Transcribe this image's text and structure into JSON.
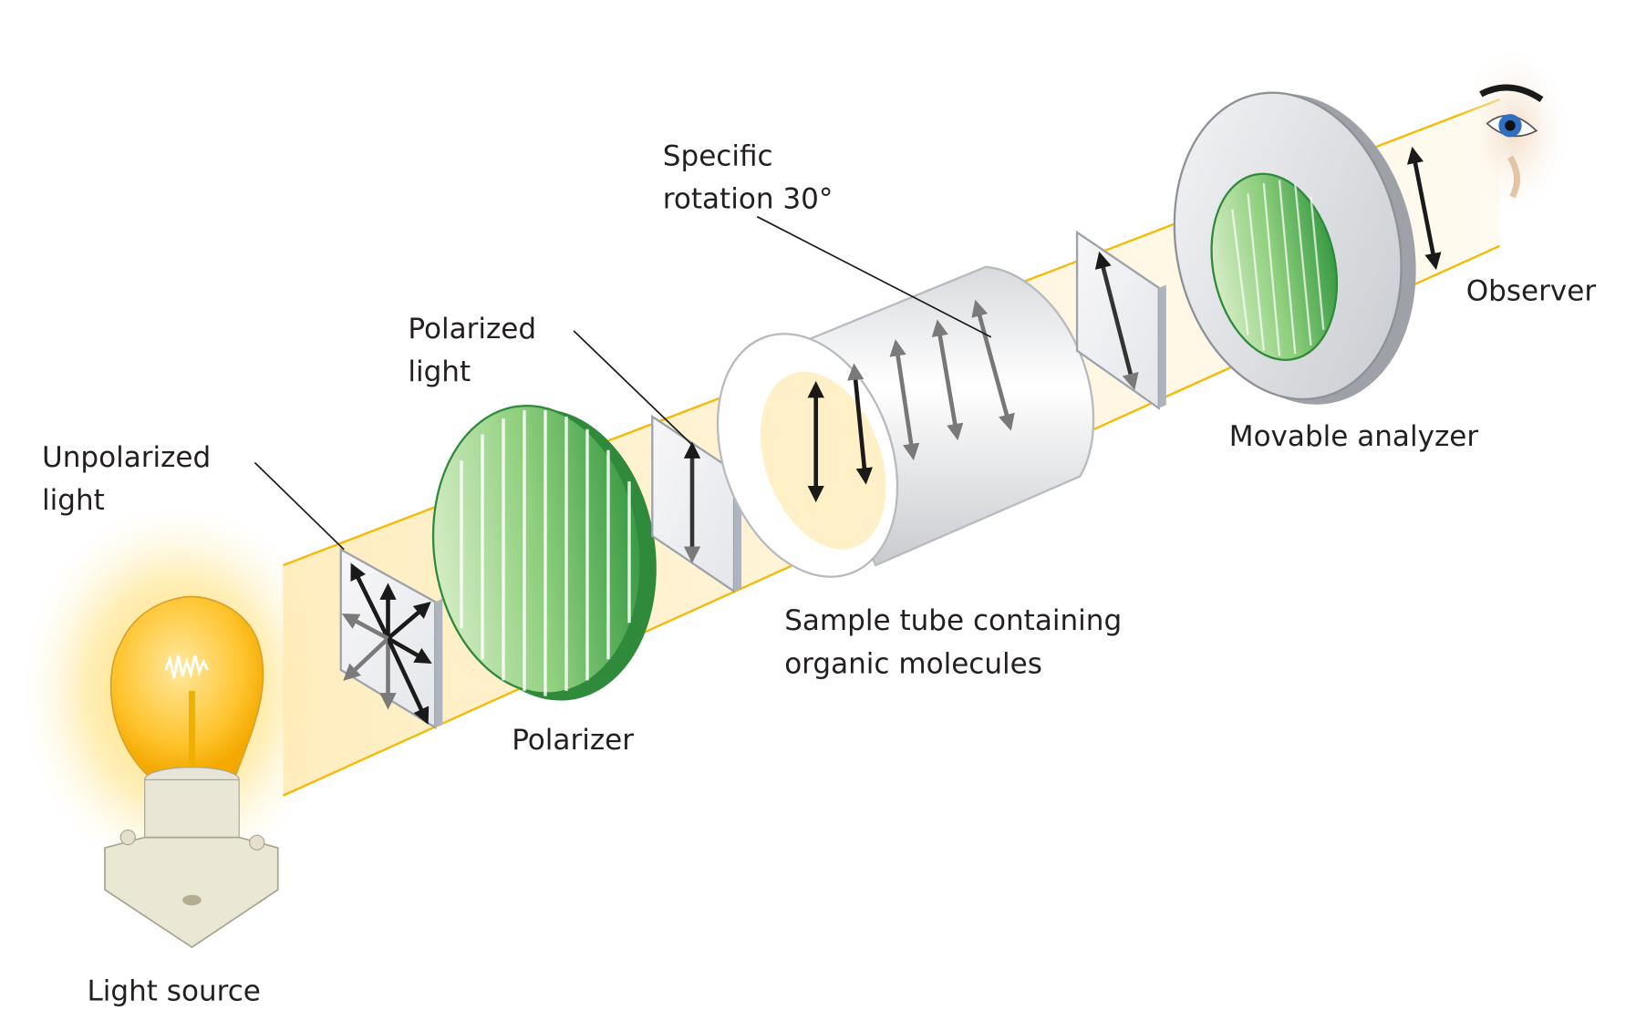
{
  "diagram": {
    "title": "Polarimeter setup",
    "labels": {
      "light_source": "Light source",
      "unpolarized_light": [
        "Unpolarized",
        "light"
      ],
      "polarized_light": [
        "Polarized",
        "light"
      ],
      "polarizer": "Polarizer",
      "specific_rotation": [
        "Specific",
        "rotation 30°"
      ],
      "sample_tube": [
        "Sample tube containing",
        "organic molecules"
      ],
      "movable_analyzer": "Movable analyzer",
      "observer": "Observer"
    },
    "components": [
      {
        "id": "light-source",
        "kind": "bulb"
      },
      {
        "id": "unpolarized-filter",
        "kind": "plate",
        "arrows": "multi-direction"
      },
      {
        "id": "polarizer",
        "kind": "green-disc"
      },
      {
        "id": "polarized-plate",
        "kind": "plate",
        "arrows": "vertical"
      },
      {
        "id": "sample-tube",
        "kind": "cylinder",
        "arrows": "rotating"
      },
      {
        "id": "rotated-plate",
        "kind": "plate",
        "arrows": "tilted"
      },
      {
        "id": "analyzer",
        "kind": "ring-disc"
      },
      {
        "id": "observer",
        "kind": "eye"
      }
    ],
    "rotation_degrees": 30,
    "colors": {
      "beam": "#fff3d1",
      "beam_edge": "#f6b800",
      "polarizer_green": "#4caf50",
      "glow": "#ffd24d",
      "eye_iris": "#2e6fc4",
      "text": "#231f20"
    }
  }
}
